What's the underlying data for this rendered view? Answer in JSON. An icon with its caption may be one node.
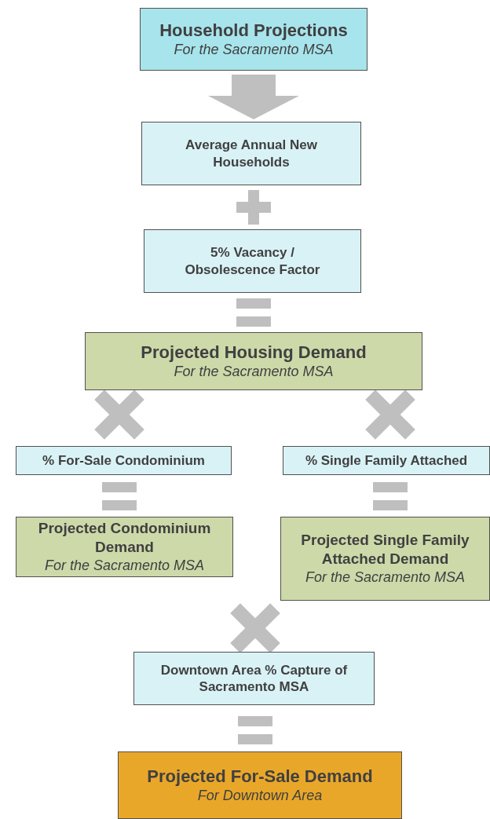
{
  "diagram": {
    "nodes": [
      {
        "text": [
          "Household Projections",
          "For the Sacramento MSA"
        ]
      },
      {
        "text": [
          "Average Annual New Households"
        ]
      },
      {
        "text": [
          "5% Vacancy / Obsolescence Factor"
        ]
      },
      {
        "text": [
          "Projected Housing Demand",
          "For the Sacramento MSA"
        ]
      },
      {
        "text": [
          "% For-Sale Condominium"
        ]
      },
      {
        "text": [
          "% Single Family Attached"
        ]
      },
      {
        "text": [
          "Projected Condominium Demand",
          "For the Sacramento MSA"
        ]
      },
      {
        "text": [
          "Projected Single Family Attached Demand",
          "For the Sacramento MSA"
        ]
      },
      {
        "text": [
          "Downtown Area % Capture of Sacramento MSA"
        ]
      },
      {
        "text": [
          "Projected For-Sale Demand",
          "For Downtown Area"
        ]
      }
    ],
    "edges": [
      {
        "from": 0,
        "to": 1,
        "arrow": "to"
      }
    ]
  }
}
